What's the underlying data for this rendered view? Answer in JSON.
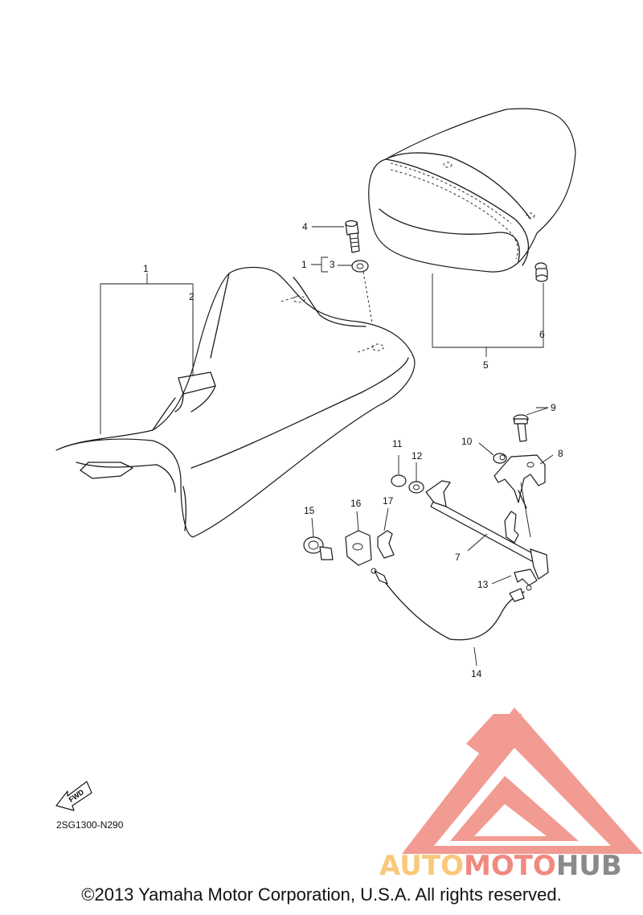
{
  "diagram": {
    "part_code": "2SG1300-N290",
    "fwd_label": "FWD",
    "callouts": [
      {
        "id": "c1a",
        "label": "1"
      },
      {
        "id": "c2",
        "label": "2"
      },
      {
        "id": "c1b",
        "label": "1"
      },
      {
        "id": "c3",
        "label": "3"
      },
      {
        "id": "c4",
        "label": "4"
      },
      {
        "id": "c5",
        "label": "5"
      },
      {
        "id": "c6",
        "label": "6"
      },
      {
        "id": "c7",
        "label": "7"
      },
      {
        "id": "c8",
        "label": "8"
      },
      {
        "id": "c9",
        "label": "9"
      },
      {
        "id": "c10",
        "label": "10"
      },
      {
        "id": "c11",
        "label": "11"
      },
      {
        "id": "c12",
        "label": "12"
      },
      {
        "id": "c13",
        "label": "13"
      },
      {
        "id": "c14",
        "label": "14"
      },
      {
        "id": "c15",
        "label": "15"
      },
      {
        "id": "c16",
        "label": "16"
      },
      {
        "id": "c17",
        "label": "17"
      }
    ]
  },
  "watermark": {
    "text_part1": "AUTO",
    "text_part2": "MOTO",
    "text_part3": "HUB",
    "color_orange": "#f9c87a",
    "color_red": "#f08a80",
    "color_grey": "#8a8a8a"
  },
  "footer": {
    "copyright": "©2013 Yamaha Motor Corporation, U.S.A. All rights reserved."
  }
}
